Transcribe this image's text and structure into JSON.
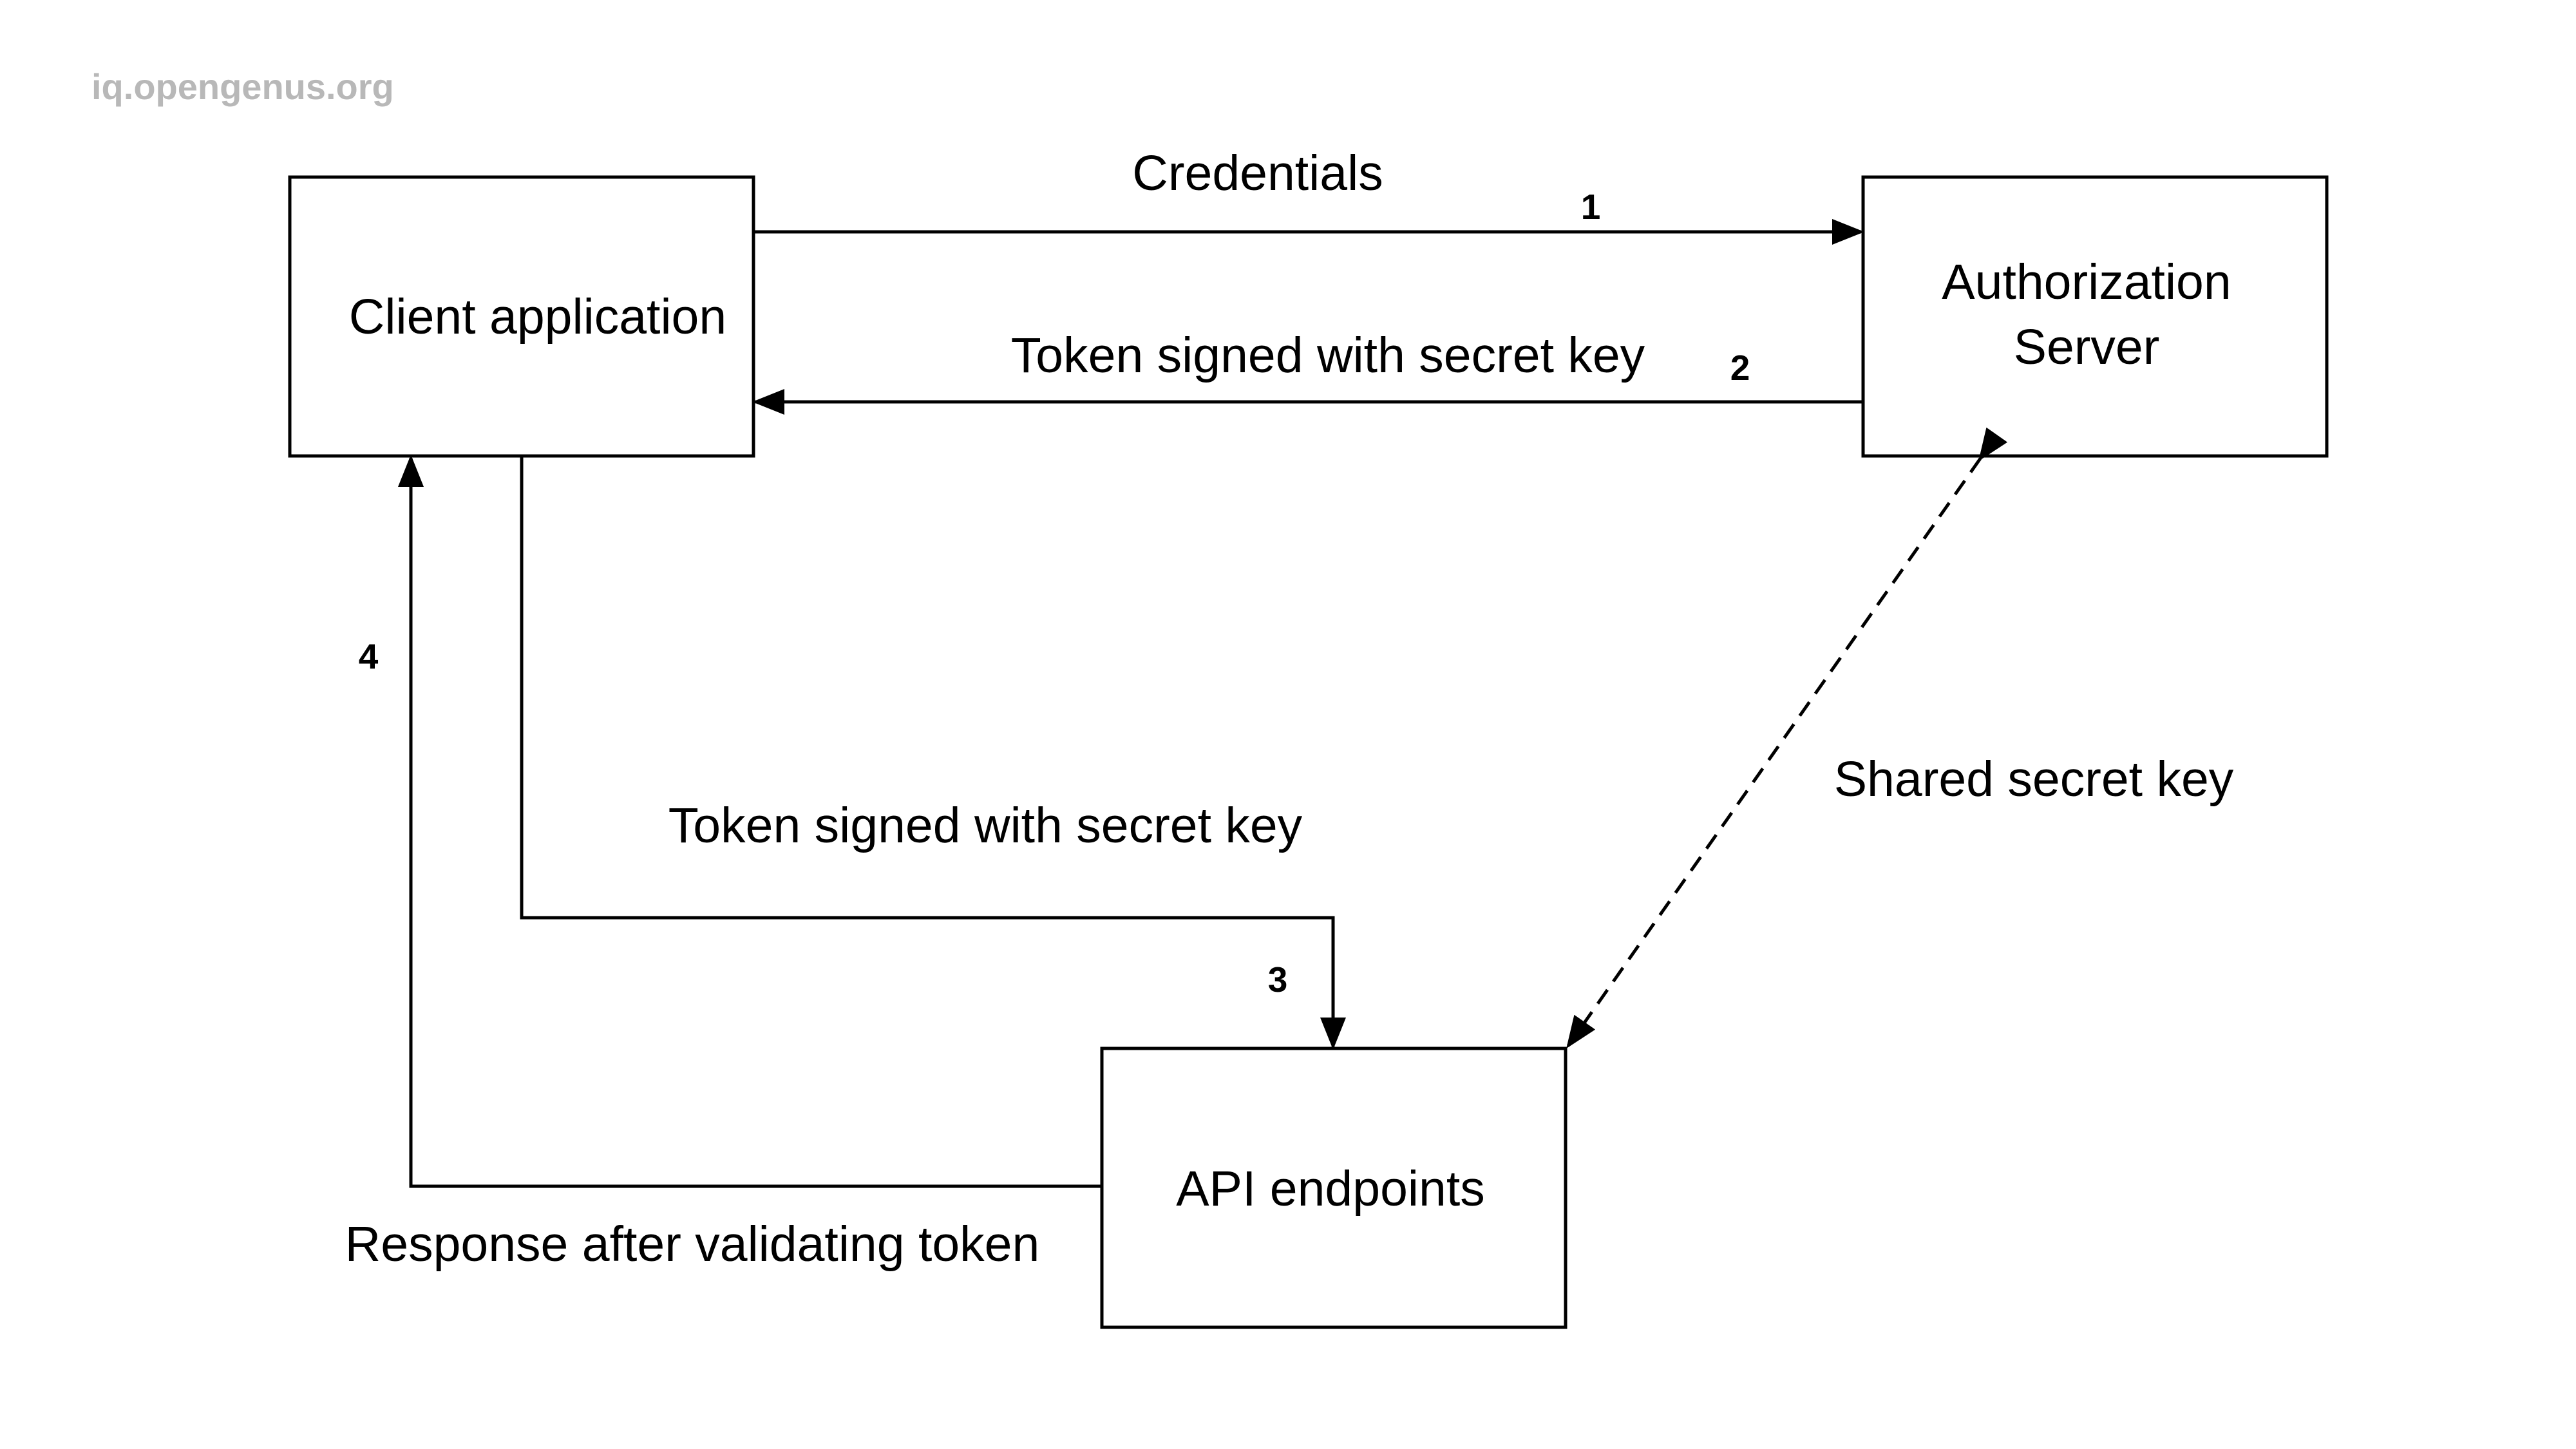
{
  "watermark": "iq.opengenus.org",
  "nodes": {
    "client": {
      "label": "Client application"
    },
    "auth": {
      "label_line1": "Authorization",
      "label_line2": "Server"
    },
    "api": {
      "label": "API endpoints"
    }
  },
  "edges": {
    "credentials": {
      "label": "Credentials",
      "step": "1"
    },
    "token_to_client": {
      "label": "Token signed with secret key",
      "step": "2"
    },
    "token_to_api": {
      "label": "Token signed with secret key",
      "step": "3"
    },
    "response": {
      "label": "Response after validating token",
      "step": "4"
    },
    "shared_key": {
      "label": "Shared secret key"
    }
  }
}
